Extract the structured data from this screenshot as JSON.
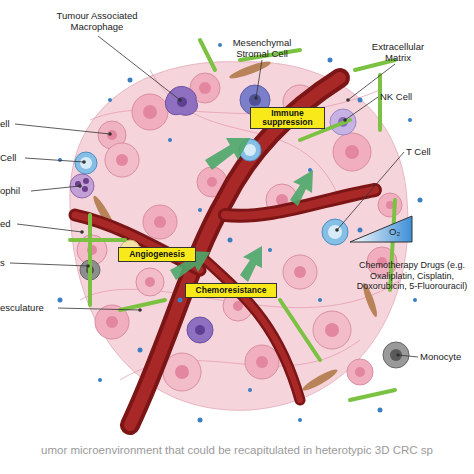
{
  "diagram": {
    "caption": "umor microenvironment that could be recapitulated in heterotypic 3D CRC sp",
    "nodes": [
      {
        "text": [
          "Immune suppression"
        ]
      },
      {
        "text": [
          "Angiogenesis"
        ]
      },
      {
        "text": [
          "Chemoresistance"
        ]
      }
    ],
    "labels": [
      "Tumour Associated Macrophage",
      "Mesenchymal Stromal Cell",
      "Extracellular Matrix",
      "NK Cell",
      "ell",
      "T Cell",
      "Cell",
      "ophil",
      "ed",
      "O₂",
      "s",
      "Chemotherapy Drugs (e.g. Oxaliplatin, Cisplatin, Doxorubicin, 5-Fluorouracil)",
      "esculature",
      "Monocyte"
    ]
  }
}
